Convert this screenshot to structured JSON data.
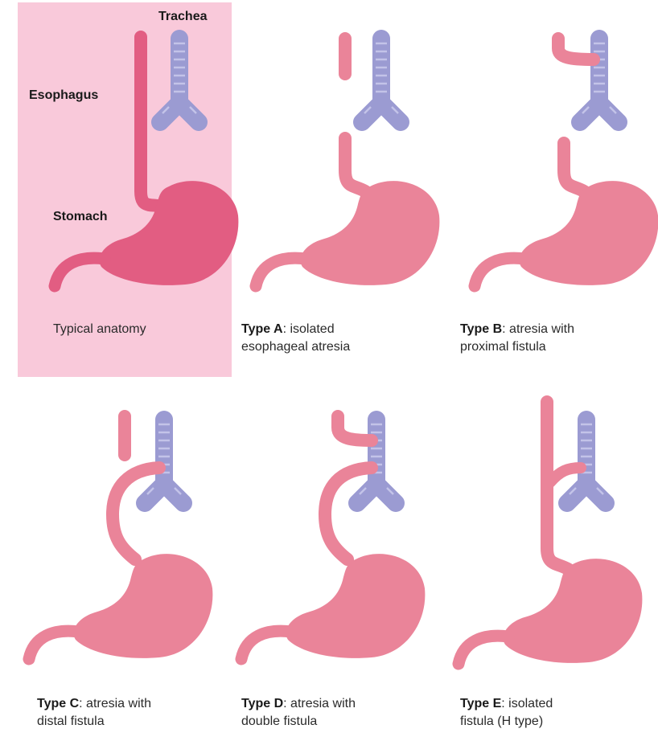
{
  "labels": {
    "trachea": "Trachea",
    "esophagus": "Esophagus",
    "stomach": "Stomach"
  },
  "panels": [
    {
      "id": "typical",
      "caption": "Typical anatomy"
    },
    {
      "id": "type-a",
      "type_label": "Type A",
      "text_line1": ": isolated",
      "text_line2": "esophageal atresia"
    },
    {
      "id": "type-b",
      "type_label": "Type B",
      "text_line1": ": atresia with",
      "text_line2": "proximal fistula"
    },
    {
      "id": "type-c",
      "type_label": "Type C",
      "text_line1": ": atresia with",
      "text_line2": "distal fistula"
    },
    {
      "id": "type-d",
      "type_label": "Type D",
      "text_line1": ": atresia with",
      "text_line2": "double fistula"
    },
    {
      "id": "type-e",
      "type_label": "Type E",
      "text_line1": ": isolated",
      "text_line2": "fistula (H type)"
    }
  ],
  "colors": {
    "highlight_background": "#f9c9da",
    "esophagus_typical": "#e25d82",
    "esophagus": "#ea8499",
    "trachea": "#9b9bd2",
    "trachea_rings": "#c3c3e8"
  }
}
